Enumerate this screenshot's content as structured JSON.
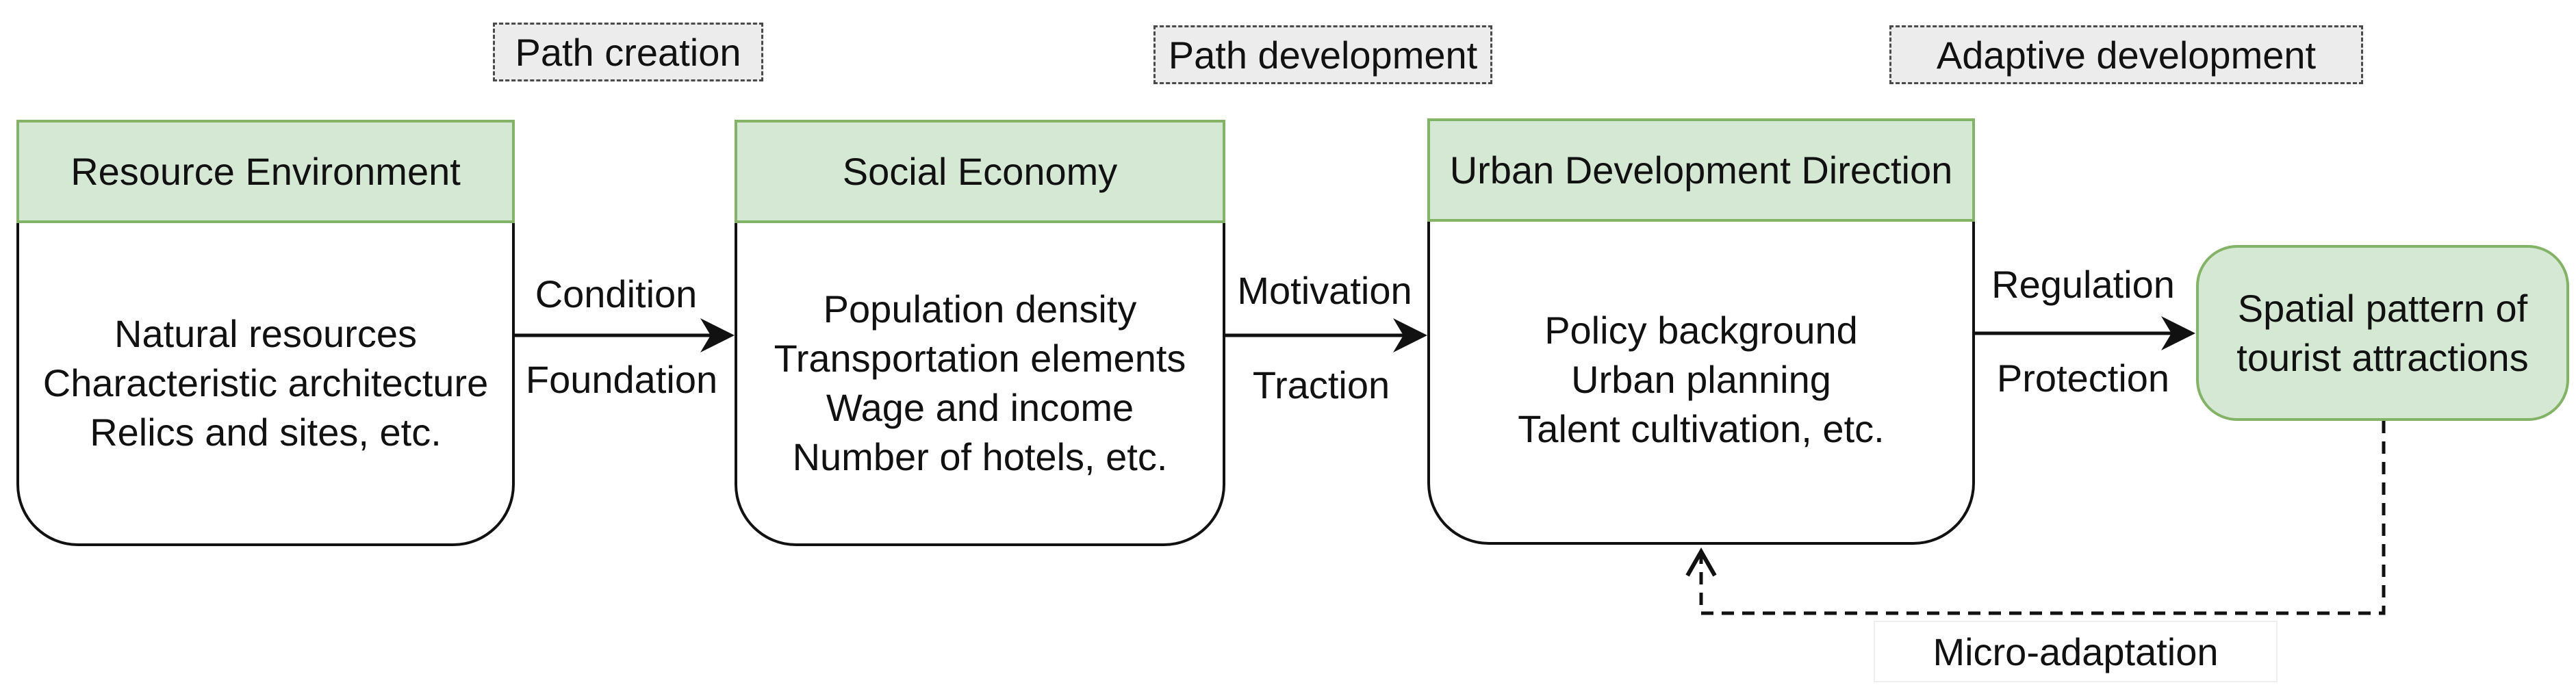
{
  "phases": {
    "path_creation": "Path creation",
    "path_development": "Path development",
    "adaptive_development": "Adaptive development"
  },
  "boxes": {
    "resource_environment": {
      "title": "Resource Environment",
      "items": [
        "Natural resources",
        "Characteristic architecture",
        "Relics and sites, etc."
      ]
    },
    "social_economy": {
      "title": "Social Economy",
      "items": [
        "Population density",
        "Transportation elements",
        "Wage and income",
        "Number of hotels, etc."
      ]
    },
    "urban_development": {
      "title": "Urban Development Direction",
      "items": [
        "Policy background",
        "Urban planning",
        "Talent cultivation, etc."
      ]
    },
    "spatial_pattern": {
      "lines": [
        "Spatial pattern of",
        "tourist attractions"
      ]
    }
  },
  "edges": {
    "resource_to_social": {
      "above": "Condition",
      "below": "Foundation"
    },
    "social_to_urban": {
      "above": "Motivation",
      "below": "Traction"
    },
    "urban_to_spatial": {
      "above": "Regulation",
      "below": "Protection"
    },
    "feedback": {
      "label": "Micro-adaptation"
    }
  },
  "colors": {
    "header_fill": "#d5e8d4",
    "header_border": "#82b366",
    "phase_fill": "#ececec",
    "line": "#111111"
  }
}
